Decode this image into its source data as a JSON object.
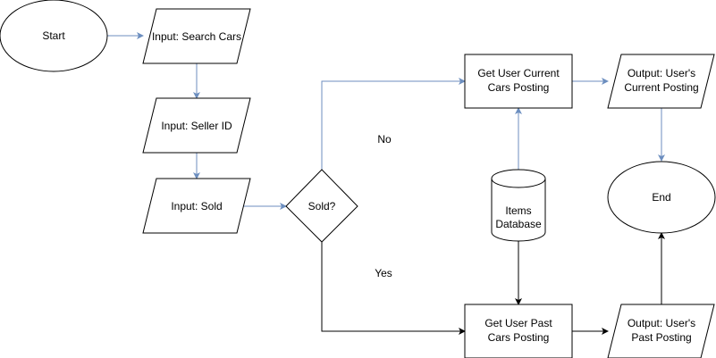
{
  "nodes": {
    "start": {
      "label": "Start",
      "shape": "ellipse"
    },
    "input_search": {
      "label": "Input: Search Cars",
      "shape": "parallelogram"
    },
    "input_seller": {
      "label": "Input: Seller ID",
      "shape": "parallelogram"
    },
    "input_sold": {
      "label": "Input: Sold",
      "shape": "parallelogram"
    },
    "decision_sold": {
      "label": "Sold?",
      "shape": "diamond"
    },
    "get_current": {
      "lines": [
        "Get User Current",
        "Cars Posting"
      ],
      "shape": "process"
    },
    "get_past": {
      "lines": [
        "Get User Past",
        "Cars Posting"
      ],
      "shape": "process"
    },
    "items_db": {
      "lines": [
        "Items",
        "Database"
      ],
      "shape": "cylinder"
    },
    "output_current": {
      "lines": [
        "Output: User's",
        "Current Posting"
      ],
      "shape": "parallelogram"
    },
    "output_past": {
      "lines": [
        "Output: User's",
        "Past Posting"
      ],
      "shape": "parallelogram"
    },
    "end": {
      "label": "End",
      "shape": "ellipse"
    }
  },
  "edge_labels": {
    "no": "No",
    "yes": "Yes"
  },
  "colors": {
    "blue_edge": "#6c8ebf",
    "black_edge": "#000000",
    "stroke": "#000000",
    "fill": "#ffffff"
  }
}
